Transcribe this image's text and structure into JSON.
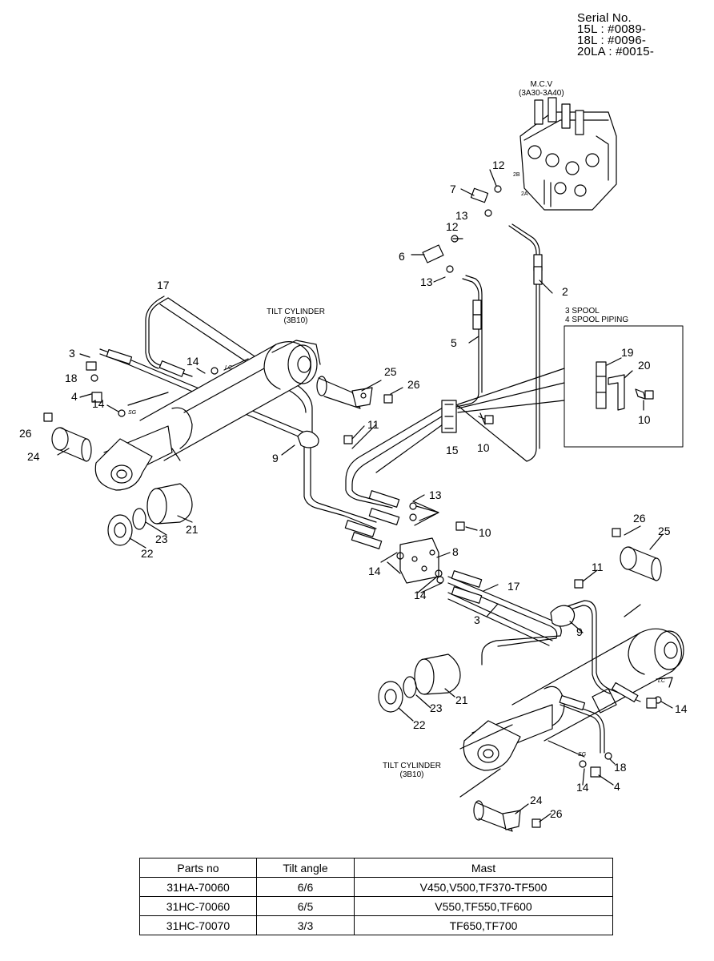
{
  "serial": {
    "heading": "Serial No.",
    "lines": [
      "15L : #0089-",
      "18L : #0096-",
      "20LA : #0015-"
    ]
  },
  "labels": {
    "mcv": "M.C.V",
    "mcv_code": "(3A30-3A40)",
    "tilt_cylinder": "TILT CYLINDER",
    "tilt_cylinder_code": "(3B10)",
    "spool_3": "3 SPOOL",
    "spool_4": "4 SPOOL PIPING",
    "port_2a": "2A",
    "port_2b": "2B",
    "mark_lc": "LC",
    "mark_sg": "SG"
  },
  "callouts": {
    "c2": "2",
    "c3": "3",
    "c4": "4",
    "c5": "5",
    "c6": "6",
    "c7": "7",
    "c8": "8",
    "c9": "9",
    "c10": "10",
    "c11": "11",
    "c12": "12",
    "c13": "13",
    "c14": "14",
    "c15": "15",
    "c17": "17",
    "c18": "18",
    "c19": "19",
    "c20": "20",
    "c21": "21",
    "c22": "22",
    "c23": "23",
    "c24": "24",
    "c25": "25",
    "c26": "26"
  },
  "table": {
    "headers": [
      "Parts no",
      "Tilt angle",
      "Mast"
    ],
    "rows": [
      [
        "31HA-70060",
        "6/6",
        "V450,V500,TF370-TF500"
      ],
      [
        "31HC-70060",
        "6/5",
        "V550,TF550,TF600"
      ],
      [
        "31HC-70070",
        "3/3",
        "TF650,TF700"
      ]
    ]
  }
}
